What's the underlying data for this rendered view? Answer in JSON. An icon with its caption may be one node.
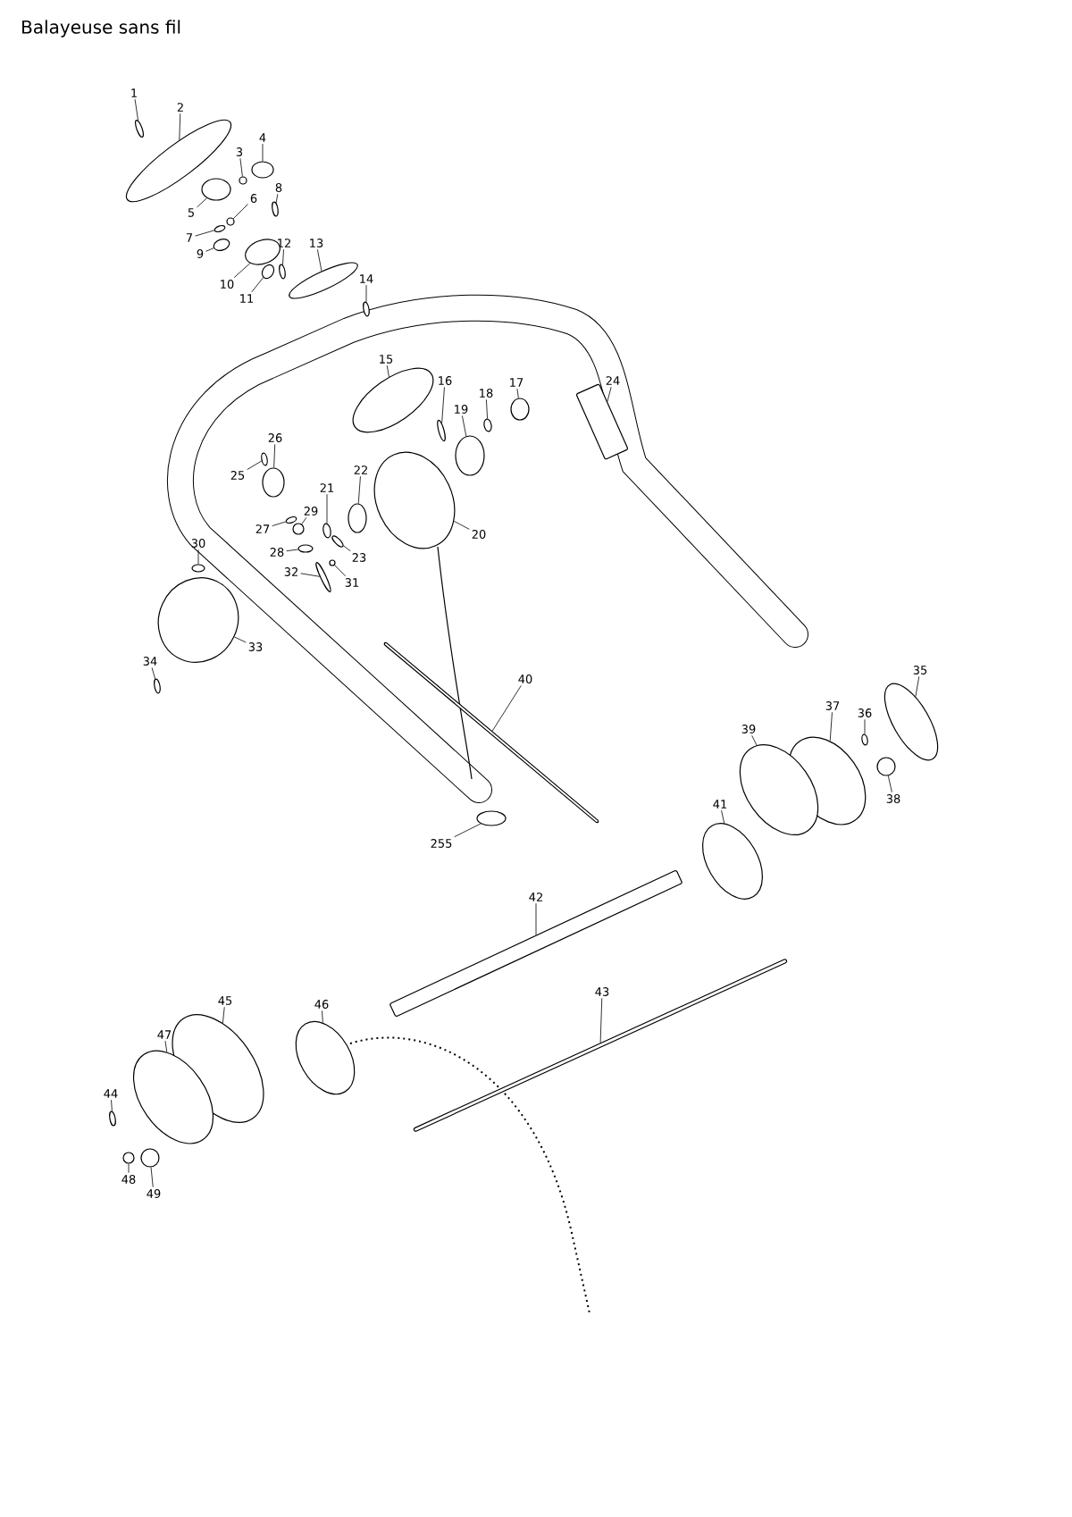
{
  "diagram": {
    "title": "Balayeuse sans fil",
    "nodes": [
      {
        "text": [
          "1"
        ]
      },
      {
        "text": [
          "2"
        ]
      },
      {
        "text": [
          "3"
        ]
      },
      {
        "text": [
          "4"
        ]
      },
      {
        "text": [
          "5"
        ]
      },
      {
        "text": [
          "6"
        ]
      },
      {
        "text": [
          "7"
        ]
      },
      {
        "text": [
          "8"
        ]
      },
      {
        "text": [
          "9"
        ]
      },
      {
        "text": [
          "10"
        ]
      },
      {
        "text": [
          "11"
        ]
      },
      {
        "text": [
          "12"
        ]
      },
      {
        "text": [
          "13"
        ]
      },
      {
        "text": [
          "14"
        ]
      },
      {
        "text": [
          "15"
        ]
      },
      {
        "text": [
          "16"
        ]
      },
      {
        "text": [
          "17"
        ]
      },
      {
        "text": [
          "18"
        ]
      },
      {
        "text": [
          "19"
        ]
      },
      {
        "text": [
          "20"
        ]
      },
      {
        "text": [
          "21"
        ]
      },
      {
        "text": [
          "22"
        ]
      },
      {
        "text": [
          "23"
        ]
      },
      {
        "text": [
          "24"
        ]
      },
      {
        "text": [
          "25"
        ]
      },
      {
        "text": [
          "26"
        ]
      },
      {
        "text": [
          "27"
        ]
      },
      {
        "text": [
          "28"
        ]
      },
      {
        "text": [
          "29"
        ]
      },
      {
        "text": [
          "30"
        ]
      },
      {
        "text": [
          "31"
        ]
      },
      {
        "text": [
          "32"
        ]
      },
      {
        "text": [
          "33"
        ]
      },
      {
        "text": [
          "34"
        ]
      },
      {
        "text": [
          "35"
        ]
      },
      {
        "text": [
          "36"
        ]
      },
      {
        "text": [
          "37"
        ]
      },
      {
        "text": [
          "38"
        ]
      },
      {
        "text": [
          "39"
        ]
      },
      {
        "text": [
          "40"
        ]
      },
      {
        "text": [
          "41"
        ]
      },
      {
        "text": [
          "42"
        ]
      },
      {
        "text": [
          "43"
        ]
      },
      {
        "text": [
          "44"
        ]
      },
      {
        "text": [
          "45"
        ]
      },
      {
        "text": [
          "46"
        ]
      },
      {
        "text": [
          "47"
        ]
      },
      {
        "text": [
          "48"
        ]
      },
      {
        "text": [
          "49"
        ]
      },
      {
        "text": [
          "255"
        ]
      },
      {
        "text": [],
        "shape": "circle"
      },
      {
        "text": [],
        "shape": "circle"
      },
      {
        "text": [],
        "shape": "circle"
      },
      {
        "text": [],
        "shape": "circle"
      },
      {
        "text": [],
        "shape": "circle"
      },
      {
        "text": [],
        "shape": "circle"
      },
      {
        "text": [],
        "shape": "circle"
      },
      {
        "text": [],
        "shape": "circle"
      },
      {
        "text": [],
        "shape": "circle"
      },
      {
        "text": [],
        "shape": "circle"
      },
      {
        "text": [],
        "shape": "circle"
      },
      {
        "text": [],
        "shape": "circle"
      },
      {
        "text": [],
        "shape": "circle"
      },
      {
        "text": [],
        "shape": "circle"
      },
      {
        "text": [],
        "shape": "circle"
      },
      {
        "text": [],
        "shape": "circle"
      },
      {
        "text": [],
        "shape": "circle"
      },
      {
        "text": [],
        "shape": "circle"
      },
      {
        "text": [],
        "shape": "circle"
      },
      {
        "text": [],
        "shape": "circle"
      },
      {
        "text": [],
        "shape": "circle"
      },
      {
        "text": [],
        "shape": "circle"
      },
      {
        "text": [],
        "shape": "circle"
      },
      {
        "text": [],
        "shape": "bar"
      },
      {
        "text": [],
        "shape": "circle"
      },
      {
        "text": [],
        "shape": "circle"
      },
      {
        "text": [],
        "shape": "circle"
      },
      {
        "text": [],
        "shape": "circle"
      },
      {
        "text": [],
        "shape": "circle"
      },
      {
        "text": [],
        "shape": "circle"
      },
      {
        "text": [],
        "shape": "circle"
      },
      {
        "text": [],
        "shape": "circle"
      },
      {
        "text": [],
        "shape": "circle"
      },
      {
        "text": [],
        "shape": "circle"
      },
      {
        "text": [],
        "shape": "circle"
      },
      {
        "text": [],
        "shape": "circle"
      },
      {
        "text": [],
        "shape": "circle"
      },
      {
        "text": [],
        "shape": "circle"
      },
      {
        "text": [],
        "shape": "circle"
      },
      {
        "text": [],
        "shape": "bar"
      },
      {
        "text": [],
        "shape": "circle"
      },
      {
        "text": [],
        "shape": "bar"
      },
      {
        "text": [],
        "shape": "bar"
      },
      {
        "text": [],
        "shape": "circle"
      },
      {
        "text": [],
        "shape": "circle"
      },
      {
        "text": [],
        "shape": "circle"
      },
      {
        "text": [],
        "shape": "circle"
      },
      {
        "text": [],
        "shape": "circle"
      },
      {
        "text": [],
        "shape": "circle"
      },
      {
        "text": [],
        "shape": "circle"
      }
    ],
    "edges": [
      {
        "from": 0,
        "to": 50,
        "arrow": "none"
      },
      {
        "from": 1,
        "to": 51,
        "arrow": "none"
      },
      {
        "from": 2,
        "to": 52,
        "arrow": "none"
      },
      {
        "from": 3,
        "to": 53,
        "arrow": "none"
      },
      {
        "from": 4,
        "to": 54,
        "arrow": "none"
      },
      {
        "from": 5,
        "to": 55,
        "arrow": "none"
      },
      {
        "from": 6,
        "to": 56,
        "arrow": "none"
      },
      {
        "from": 7,
        "to": 57,
        "arrow": "none"
      },
      {
        "from": 8,
        "to": 58,
        "arrow": "none"
      },
      {
        "from": 9,
        "to": 59,
        "arrow": "none"
      },
      {
        "from": 10,
        "to": 60,
        "arrow": "none"
      },
      {
        "from": 11,
        "to": 61,
        "arrow": "none"
      },
      {
        "from": 12,
        "to": 62,
        "arrow": "none"
      },
      {
        "from": 13,
        "to": 63,
        "arrow": "none"
      },
      {
        "from": 14,
        "to": 64,
        "arrow": "none"
      },
      {
        "from": 15,
        "to": 65,
        "arrow": "none"
      },
      {
        "from": 16,
        "to": 66,
        "arrow": "none"
      },
      {
        "from": 17,
        "to": 67,
        "arrow": "none"
      },
      {
        "from": 18,
        "to": 68,
        "arrow": "none"
      },
      {
        "from": 19,
        "to": 69,
        "arrow": "none"
      },
      {
        "from": 20,
        "to": 70,
        "arrow": "none"
      },
      {
        "from": 21,
        "to": 71,
        "arrow": "none"
      },
      {
        "from": 22,
        "to": 72,
        "arrow": "none"
      },
      {
        "from": 23,
        "to": 73,
        "arrow": "none"
      },
      {
        "from": 24,
        "to": 74,
        "arrow": "none"
      },
      {
        "from": 25,
        "to": 75,
        "arrow": "none"
      },
      {
        "from": 26,
        "to": 76,
        "arrow": "none"
      },
      {
        "from": 27,
        "to": 77,
        "arrow": "none"
      },
      {
        "from": 28,
        "to": 78,
        "arrow": "none"
      },
      {
        "from": 29,
        "to": 79,
        "arrow": "none"
      },
      {
        "from": 30,
        "to": 80,
        "arrow": "none"
      },
      {
        "from": 31,
        "to": 81,
        "arrow": "none"
      },
      {
        "from": 32,
        "to": 82,
        "arrow": "none"
      },
      {
        "from": 33,
        "to": 83,
        "arrow": "none"
      },
      {
        "from": 34,
        "to": 84,
        "arrow": "none"
      },
      {
        "from": 35,
        "to": 85,
        "arrow": "none"
      },
      {
        "from": 36,
        "to": 86,
        "arrow": "none"
      },
      {
        "from": 37,
        "to": 87,
        "arrow": "none"
      },
      {
        "from": 38,
        "to": 88,
        "arrow": "none"
      },
      {
        "from": 39,
        "to": 89,
        "arrow": "none"
      },
      {
        "from": 40,
        "to": 90,
        "arrow": "none"
      },
      {
        "from": 41,
        "to": 91,
        "arrow": "none"
      },
      {
        "from": 42,
        "to": 92,
        "arrow": "none"
      },
      {
        "from": 43,
        "to": 93,
        "arrow": "none"
      },
      {
        "from": 44,
        "to": 94,
        "arrow": "none"
      },
      {
        "from": 45,
        "to": 95,
        "arrow": "none"
      },
      {
        "from": 46,
        "to": 96,
        "arrow": "none"
      },
      {
        "from": 47,
        "to": 97,
        "arrow": "none"
      },
      {
        "from": 48,
        "to": 98,
        "arrow": "none"
      },
      {
        "from": 49,
        "to": 99,
        "arrow": "none"
      }
    ]
  }
}
